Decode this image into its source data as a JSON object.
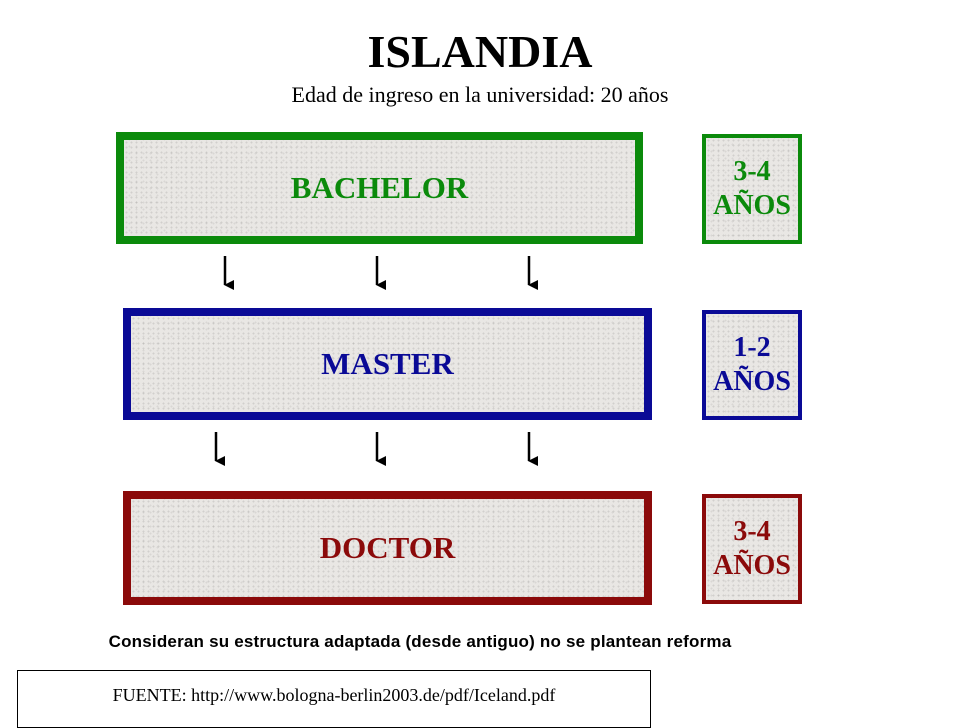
{
  "header": {
    "title": "ISLANDIA",
    "subtitle": "Edad de ingreso en la universidad: 20 años"
  },
  "levels": [
    {
      "name": "BACHELOR",
      "color": "#0b8a0b",
      "duration_line1": "3-4",
      "duration_line2": "AÑOS"
    },
    {
      "name": "MASTER",
      "color": "#0a0a96",
      "duration_line1": "1-2",
      "duration_line2": "AÑOS"
    },
    {
      "name": "DOCTOR",
      "color": "#8b0a0a",
      "duration_line1": "3-4",
      "duration_line2": "AÑOS"
    }
  ],
  "note": "Consideran su estructura adaptada (desde antiguo) no se plantean reforma",
  "source": "FUENTE: http://www.bologna-berlin2003.de/pdf/Iceland.pdf"
}
